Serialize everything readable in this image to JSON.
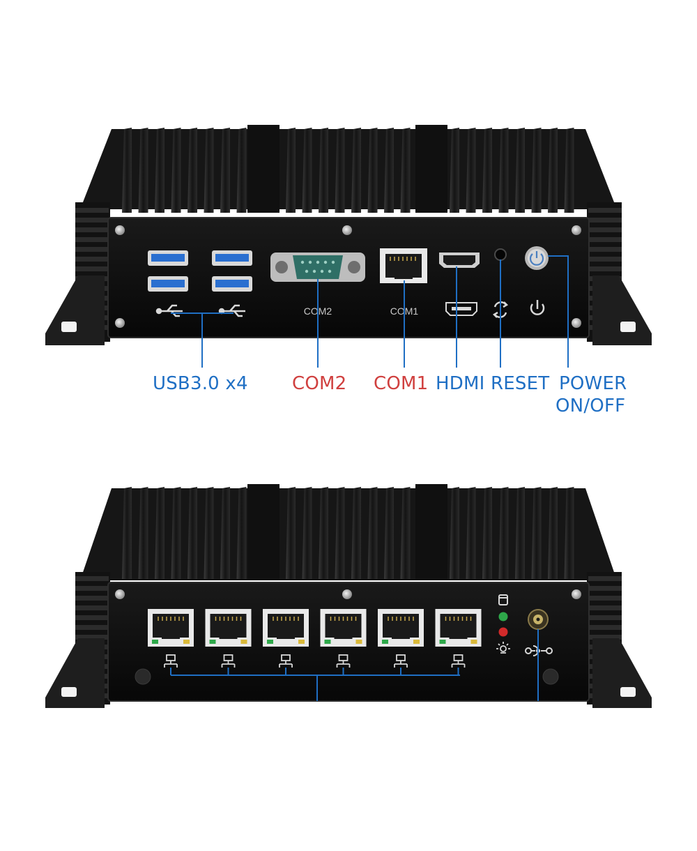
{
  "colors": {
    "blue": "#1f6fc4",
    "red": "#d0403f",
    "chassis": "#1b1b1b",
    "panel": "#0f0f0f",
    "port_blue": "#2a6fd0",
    "db9_teal": "#2f6f66",
    "led_green": "#2ea84a",
    "led_red": "#d22a2a",
    "led_yellow": "#d9b93a"
  },
  "front": {
    "port_labels": {
      "com2": "COM2",
      "com1": "COM1"
    },
    "callouts": {
      "usb": "USB3.0 x4",
      "com2": "COM2",
      "com1": "COM1",
      "hdmi": "HDMI",
      "reset": "RESET",
      "power_line1": "POWER",
      "power_line2": "ON/OFF"
    },
    "icons": [
      "usb-icon",
      "hdmi-icon",
      "reset-icon",
      "power-icon"
    ]
  },
  "rear": {
    "lan_ports": 6,
    "icons": [
      "lan-icon",
      "storage-icon",
      "led-icon",
      "dc-power-icon"
    ]
  }
}
